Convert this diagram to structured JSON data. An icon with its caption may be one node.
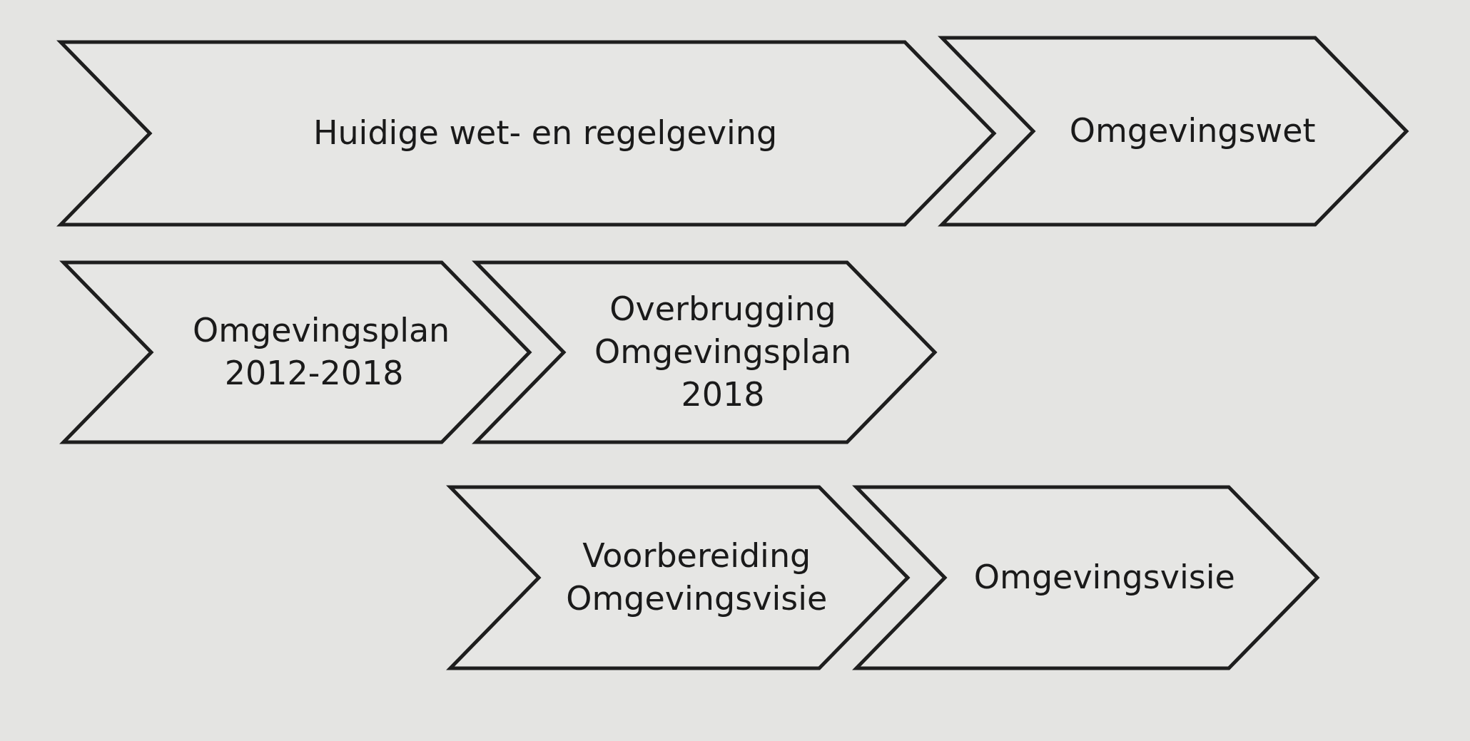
{
  "diagram": {
    "nodes": [
      {
        "text": [
          "Huidige wet- en regelgeving"
        ]
      },
      {
        "text": [
          "Omgevingswet"
        ]
      },
      {
        "text": [
          "Omgevingsplan 2012-2018"
        ]
      },
      {
        "text": [
          "Overbrugging Omgevingsplan 2018"
        ]
      },
      {
        "text": [
          "Voorbereiding Omgevingsvisie"
        ]
      },
      {
        "text": [
          "Omgevingsvisie"
        ]
      }
    ]
  }
}
